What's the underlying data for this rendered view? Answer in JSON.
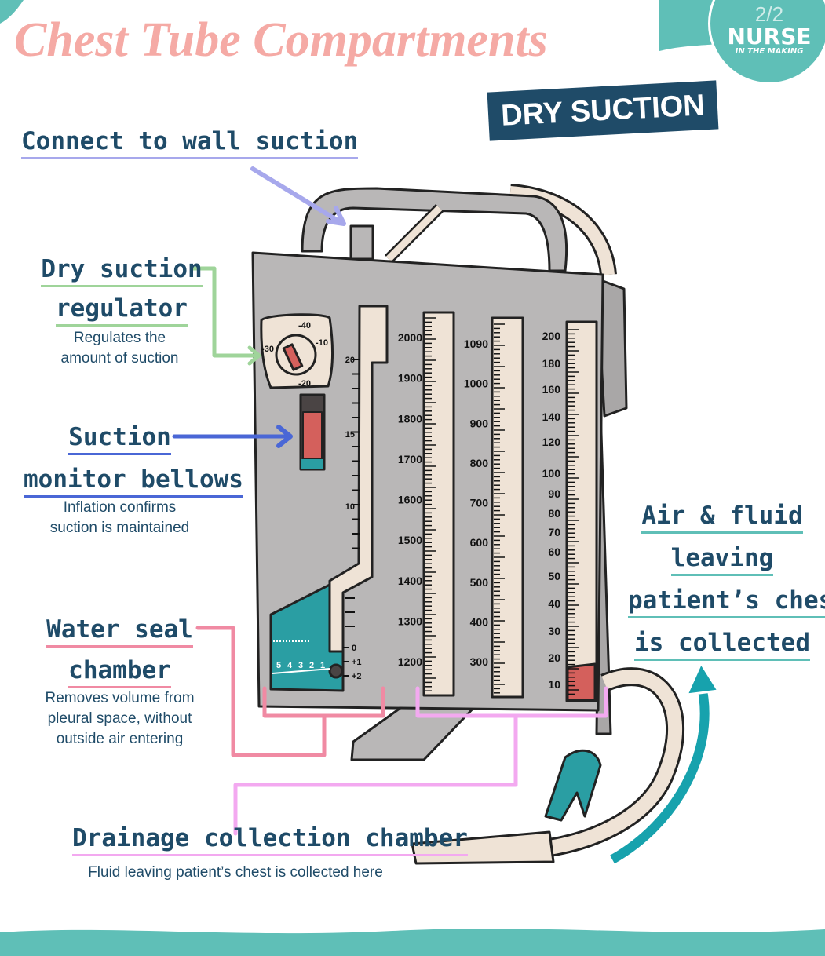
{
  "title": "Chest Tube Compartments",
  "badge": "DRY SUCTION",
  "logo": {
    "page": "2/2",
    "brand": "NURSE",
    "tagline": "IN THE MAKING"
  },
  "labels": {
    "wall_suction": {
      "title": "Connect to wall suction"
    },
    "regulator": {
      "title_line1": "Dry suction",
      "title_line2": "regulator",
      "desc_line1": "Regulates the",
      "desc_line2": "amount of suction"
    },
    "bellows": {
      "title_line1": "Suction",
      "title_line2": "monitor bellows",
      "desc_line1": "Inflation confirms",
      "desc_line2": "suction is maintained"
    },
    "water_seal": {
      "title_line1": "Water seal",
      "title_line2": "chamber",
      "desc_line1": "Removes volume from",
      "desc_line2": "pleural space, without",
      "desc_line3": "outside air entering"
    },
    "drainage": {
      "title": "Drainage collection chamber",
      "desc": "Fluid leaving patient’s chest is collected here"
    },
    "air_fluid": {
      "line1": "Air & fluid",
      "line2": "leaving",
      "line3": "patient’s chest",
      "line4": "is collected"
    }
  },
  "device": {
    "dial_labels": [
      "-40",
      "-10",
      "-20",
      "-30"
    ],
    "water_seal_scale": [
      "20",
      "15",
      "10"
    ],
    "water_seal_lower_scale": [
      "0",
      "+1",
      "+2"
    ],
    "water_seal_chamber_numbers": [
      "5",
      "4",
      "3",
      "2",
      "1"
    ],
    "column1_scale": [
      "2000",
      "1900",
      "1800",
      "1700",
      "1600",
      "1500",
      "1400",
      "1300",
      "1200"
    ],
    "column2_scale": [
      "1090",
      "1000",
      "900",
      "800",
      "700",
      "600",
      "500",
      "400",
      "300"
    ],
    "column3_scale": [
      "200",
      "180",
      "160",
      "140",
      "120",
      "100",
      "90",
      "80",
      "70",
      "60",
      "50",
      "40",
      "30",
      "20",
      "10"
    ]
  },
  "colors": {
    "navy": "#1f4b68",
    "teal": "#5fbfb7",
    "pink_title": "#f5aaa5",
    "device_gray": "#b9b7b7",
    "fluid_red": "#d4605c",
    "water_teal": "#2a9ea3",
    "wall_suction": "#a7a8ec",
    "regulator": "#9fd49a",
    "bellows": "#4a67d6",
    "water_seal": "#f08aa3",
    "drainage": "#f3a9f0"
  }
}
